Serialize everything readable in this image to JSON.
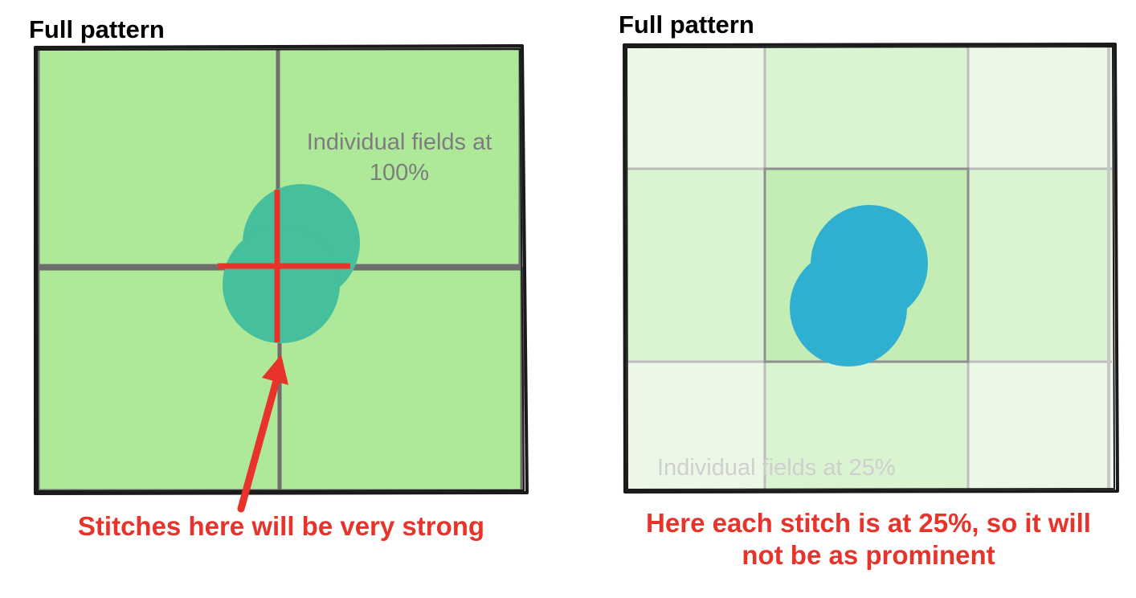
{
  "left_panel": {
    "title": "Full pattern",
    "fields_label_line1": "Individual fields at",
    "fields_label_line2": "100%",
    "caption": "Stitches here will be very strong"
  },
  "right_panel": {
    "title": "Full pattern",
    "fields_label": "Individual fields at 25%",
    "caption_line1": "Here each stitch is at 25%, so it will",
    "caption_line2": "not be as prominent"
  },
  "colors": {
    "field_green": "#aee99a",
    "overlap_teal": "#45bf9c",
    "blob_blue": "#2fb0d1",
    "stitch_red": "#e8332b",
    "border_dark": "#1a1a1a",
    "grid_gray": "#6e6e6e"
  }
}
